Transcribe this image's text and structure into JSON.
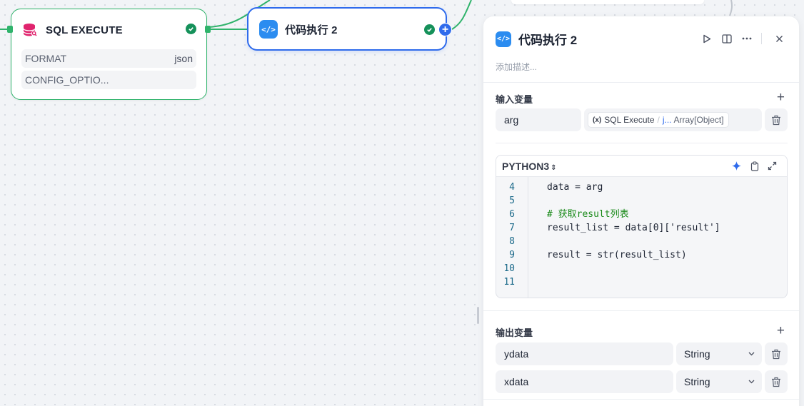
{
  "canvas": {
    "sql_node": {
      "title": "SQL EXECUTE",
      "params": [
        {
          "label": "FORMAT",
          "value": "json"
        },
        {
          "label": "CONFIG_OPTIO...",
          "value": ""
        }
      ]
    },
    "code_node": {
      "title": "代码执行 2"
    }
  },
  "panel": {
    "title": "代码执行 2",
    "description_placeholder": "添加描述...",
    "input_section": {
      "label": "输入变量",
      "rows": [
        {
          "name": "arg",
          "ref_node": "SQL Execute",
          "ref_var": "j...",
          "ref_type": "Array[Object]"
        }
      ]
    },
    "code": {
      "language": "PYTHON3",
      "lines": [
        {
          "num": "4",
          "text": "data = arg"
        },
        {
          "num": "5",
          "text": ""
        },
        {
          "num": "6",
          "text": "# 获取result列表"
        },
        {
          "num": "7",
          "text": "result_list = data[0]['result']"
        },
        {
          "num": "8",
          "text": ""
        },
        {
          "num": "9",
          "text": "result = str(result_list)"
        },
        {
          "num": "10",
          "text": ""
        },
        {
          "num": "11",
          "text": ""
        }
      ]
    },
    "output_section": {
      "label": "输出变量",
      "rows": [
        {
          "name": "ydata",
          "type": "String"
        },
        {
          "name": "xdata",
          "type": "String"
        }
      ]
    }
  },
  "colors": {
    "accent": "#2f6bec",
    "success": "#15915a",
    "sql_border": "#2fb36b",
    "db_icon": "#e0246e"
  }
}
